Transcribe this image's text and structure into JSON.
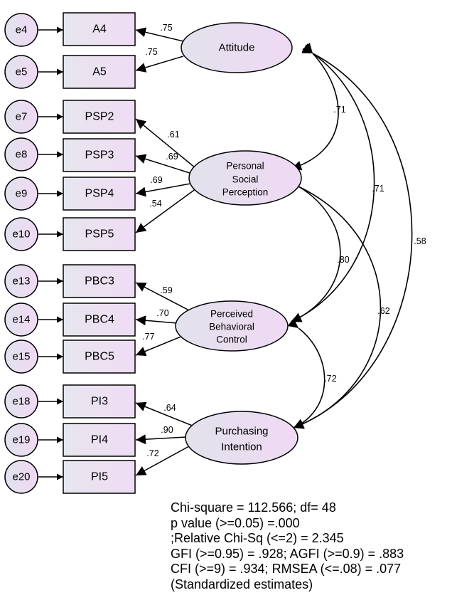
{
  "errors": [
    "e4",
    "e5",
    "e7",
    "e8",
    "e9",
    "e10",
    "e13",
    "e14",
    "e15",
    "e18",
    "e19",
    "e20"
  ],
  "indicators": [
    "A4",
    "A5",
    "PSP2",
    "PSP3",
    "PSP4",
    "PSP5",
    "PBC3",
    "PBC4",
    "PBC5",
    "PI3",
    "PI4",
    "PI5"
  ],
  "factors": {
    "attitude": [
      "Attitude"
    ],
    "psp": [
      "Personal",
      "Social",
      "Perception"
    ],
    "pbc": [
      "Perceived",
      "Behavioral",
      "Control"
    ],
    "pi": [
      "Purchasing",
      "Intention"
    ]
  },
  "loadings": [
    ".75",
    ".75",
    ".61",
    ".69",
    ".69",
    ".54",
    ".59",
    ".70",
    ".77",
    ".64",
    ".90",
    ".72"
  ],
  "correlations": [
    ".71",
    ".71",
    ".58",
    ".80",
    ".62",
    ".72"
  ],
  "fit_stats": [
    "Chi-square = 112.566; df= 48",
    "p value (>=0.05) =.000",
    ";Relative Chi-Sq (<=2) = 2.345",
    "GFI (>=0.95) = .928; AGFI (>=0.9) = .883",
    "CFI (>=9) = .934; RMSEA (<=.08) = .077",
    "(Standardized estimates)"
  ]
}
